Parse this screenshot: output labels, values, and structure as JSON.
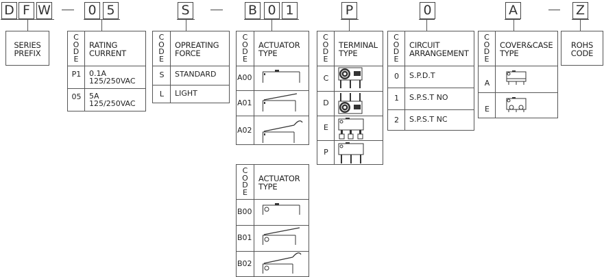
{
  "part_number": {
    "boxes": [
      "D",
      "F",
      "W",
      "0",
      "5",
      "S",
      "B",
      "0",
      "1",
      "P",
      "0",
      "A",
      "Z"
    ]
  },
  "series": {
    "label_line1": "SERIES",
    "label_line2": "PREFIX"
  },
  "rohs": {
    "label_line1": "ROHS",
    "label_line2": "CODE"
  },
  "code_header": [
    "C",
    "O",
    "D",
    "E"
  ],
  "tables": [
    {
      "id": "rating-current",
      "h1": "RATING",
      "h2": "CURRENT",
      "rows": [
        {
          "code": "P1",
          "l1": "0.1A",
          "l2": "125/250VAC"
        },
        {
          "code": "05",
          "l1": "5A",
          "l2": "125/250VAC"
        }
      ]
    },
    {
      "id": "operating-force",
      "h1": "OPREATING",
      "h2": "FORCE",
      "rows": [
        {
          "code": "S",
          "l1": "STANDARD"
        },
        {
          "code": "L",
          "l1": "LIGHT"
        }
      ]
    },
    {
      "id": "actuator-type-a",
      "h1": "ACTUATOR",
      "h2": "TYPE",
      "rows": [
        {
          "code": "A00",
          "icon": "actuator-pin-icon"
        },
        {
          "code": "A01",
          "icon": "actuator-lever-icon"
        },
        {
          "code": "A02",
          "icon": "actuator-roller-lever-icon"
        }
      ]
    },
    {
      "id": "terminal-type",
      "h1": "TERMINAL",
      "h2": "TYPE",
      "rows": [
        {
          "code": "C",
          "icon": "terminal-c-icon"
        },
        {
          "code": "D",
          "icon": "terminal-d-icon"
        },
        {
          "code": "E",
          "icon": "terminal-e-icon"
        },
        {
          "code": "P",
          "icon": "terminal-p-icon"
        }
      ]
    },
    {
      "id": "circuit-arrangement",
      "h1": "CIRCUIT",
      "h2": "ARRANGEMENT",
      "rows": [
        {
          "code": "0",
          "l1": "S.P.D.T"
        },
        {
          "code": "1",
          "l1": "S.P.S.T NO"
        },
        {
          "code": "2",
          "l1": "S.P.S.T NC"
        }
      ]
    },
    {
      "id": "cover-case-type",
      "h1": "COVER&CASE",
      "h2": "TYPE",
      "rows": [
        {
          "code": "A",
          "icon": "cover-a-icon"
        },
        {
          "code": "E",
          "icon": "cover-e-icon"
        }
      ]
    },
    {
      "id": "actuator-type-b",
      "h1": "ACTUATOR",
      "h2": "TYPE",
      "rows": [
        {
          "code": "B00",
          "icon": "actuator-b-pin-icon"
        },
        {
          "code": "B01",
          "icon": "actuator-b-lever-icon"
        },
        {
          "code": "B02",
          "icon": "actuator-b-roller-lever-icon"
        }
      ]
    }
  ]
}
